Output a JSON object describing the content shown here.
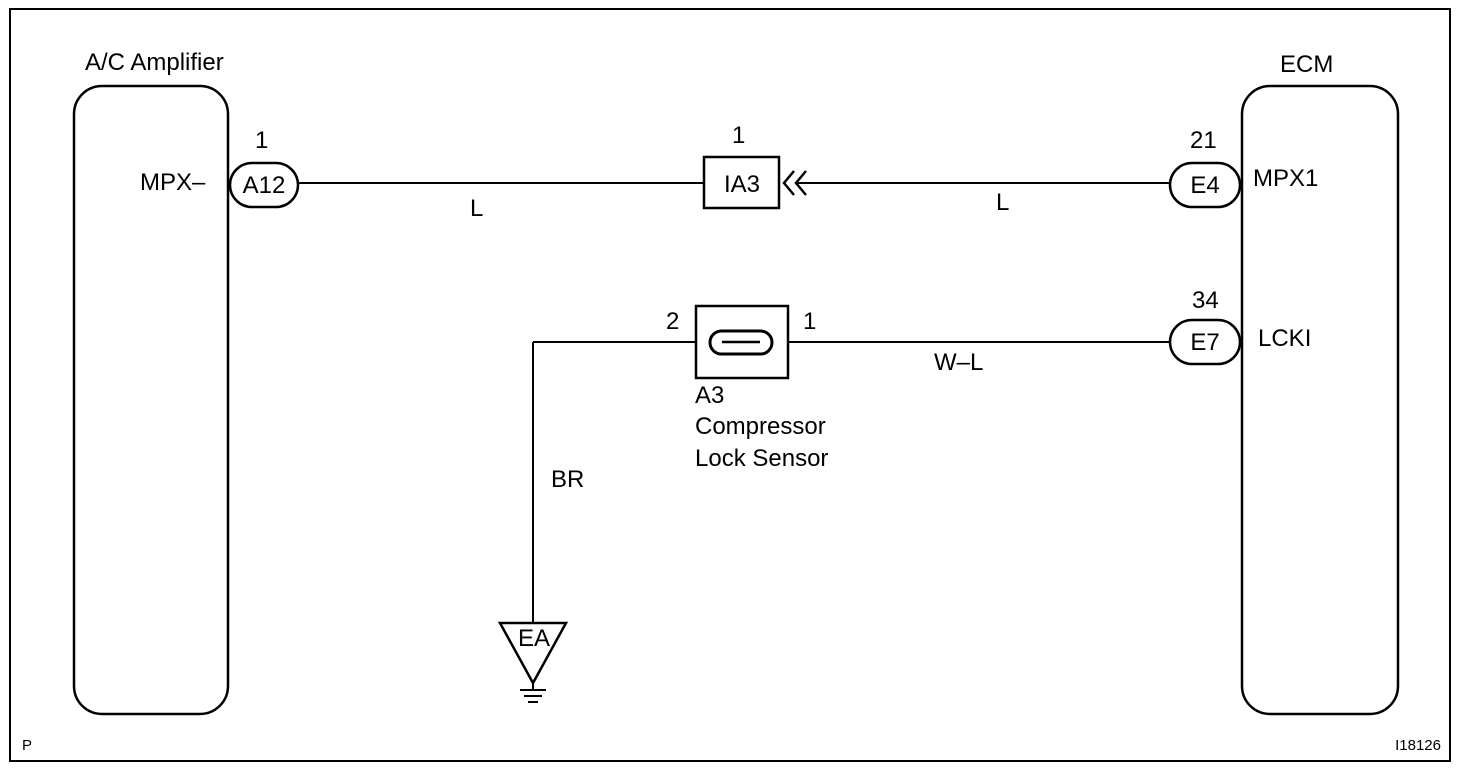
{
  "footer": {
    "left_code": "P",
    "right_code": "I18126"
  },
  "amplifier": {
    "title": "A/C Amplifier",
    "terminal": "MPX–",
    "pin": "1",
    "connector": "A12"
  },
  "ecm": {
    "title": "ECM",
    "terminal_1": "MPX1",
    "pin_1": "21",
    "connector_1": "E4",
    "terminal_2": "LCKI",
    "pin_2": "34",
    "connector_2": "E7"
  },
  "junction": {
    "pin": "1",
    "connector": "IA3"
  },
  "sensor": {
    "pin_left": "2",
    "pin_right": "1",
    "code": "A3",
    "name_line1": "Compressor",
    "name_line2": "Lock Sensor"
  },
  "wires": {
    "upper_left": "L",
    "upper_right": "L",
    "sensor_ecm": "W–L",
    "ground": "BR"
  },
  "ground_point": {
    "label": "EA"
  }
}
